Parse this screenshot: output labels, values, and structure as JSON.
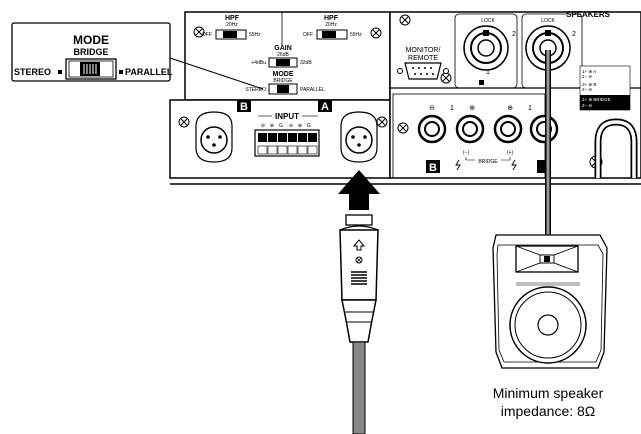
{
  "mode_callout": {
    "title": "MODE",
    "bridge": "BRIDGE",
    "stereo": "STEREO",
    "parallel": "PARALLEL"
  },
  "panel": {
    "hpf_left": {
      "title": "HPF",
      "freq": "20Hz",
      "off": "OFF",
      "on": "55Hz"
    },
    "hpf_right": {
      "title": "HPF",
      "freq": "20Hz",
      "off": "OFF",
      "on": "55Hz"
    },
    "gain": {
      "title": "GAIN",
      "mid": "26dB",
      "left": "+4dBu",
      "right": "32dB"
    },
    "mode": {
      "title": "MODE",
      "bridge": "BRIDGE",
      "stereo": "STEREO",
      "parallel": "PARALLEL"
    },
    "monitor_remote": [
      "MONITOR/",
      "REMOTE"
    ],
    "input_label": "INPUT",
    "input_pins": [
      "⊖",
      "⊕",
      "G",
      "⊖",
      "⊕",
      "G"
    ],
    "channel_b": "B",
    "channel_a": "A",
    "lock_left": "LOCK",
    "lock_right": "LOCK",
    "speakon_left_num": "2",
    "speakon_left_num_bottom": "1",
    "speakon_right_num": "2",
    "speakers_label": "SPEAKERS",
    "out_left_group": {
      "minus": "⊖",
      "num": "1",
      "plus": "⊕"
    },
    "out_right_group": {
      "plus": "⊕",
      "num": "1"
    },
    "bridge_label": "BRIDGE",
    "bridge_minus": "(−)",
    "bridge_plus": "(+)",
    "bottom_b": "B",
    "pin_legend": [
      "1+ ⊕ A",
      "1− ⊖",
      "2+ ⊕ B",
      "2− ⊖",
      "1+ ⊕ BRIDGE",
      "2− ⊖"
    ]
  },
  "caption": {
    "line1": "Minimum speaker",
    "line2": "impedance: 8Ω"
  }
}
